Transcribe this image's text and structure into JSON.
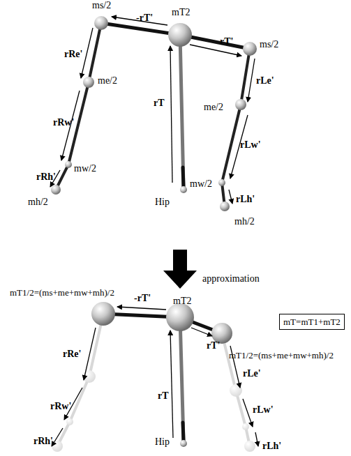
{
  "diagram": {
    "nodes": [
      {
        "text": [
          "mT=mT1+mT2"
        ]
      }
    ],
    "labels": [
      "ms/2",
      "-rT'",
      "mT2",
      "rT'",
      "ms/2",
      "rRe'",
      "me/2",
      "rT",
      "me/2",
      "rLe'",
      "rRw'",
      "rLw'",
      "rRh'",
      "mw/2",
      "mw/2",
      "rLh'",
      "Hip",
      "mh/2",
      "mh/2",
      "approximation",
      "mT1/2=(ms+me+mw+mh)/2",
      "mT2",
      "-rT'",
      "rT'",
      "mT1/2=(ms+me+mw+mh)/2",
      "rRe'",
      "rLe'",
      "rT",
      "rRw'",
      "rLw'",
      "rRh'",
      "rLh'",
      "Hip"
    ]
  }
}
